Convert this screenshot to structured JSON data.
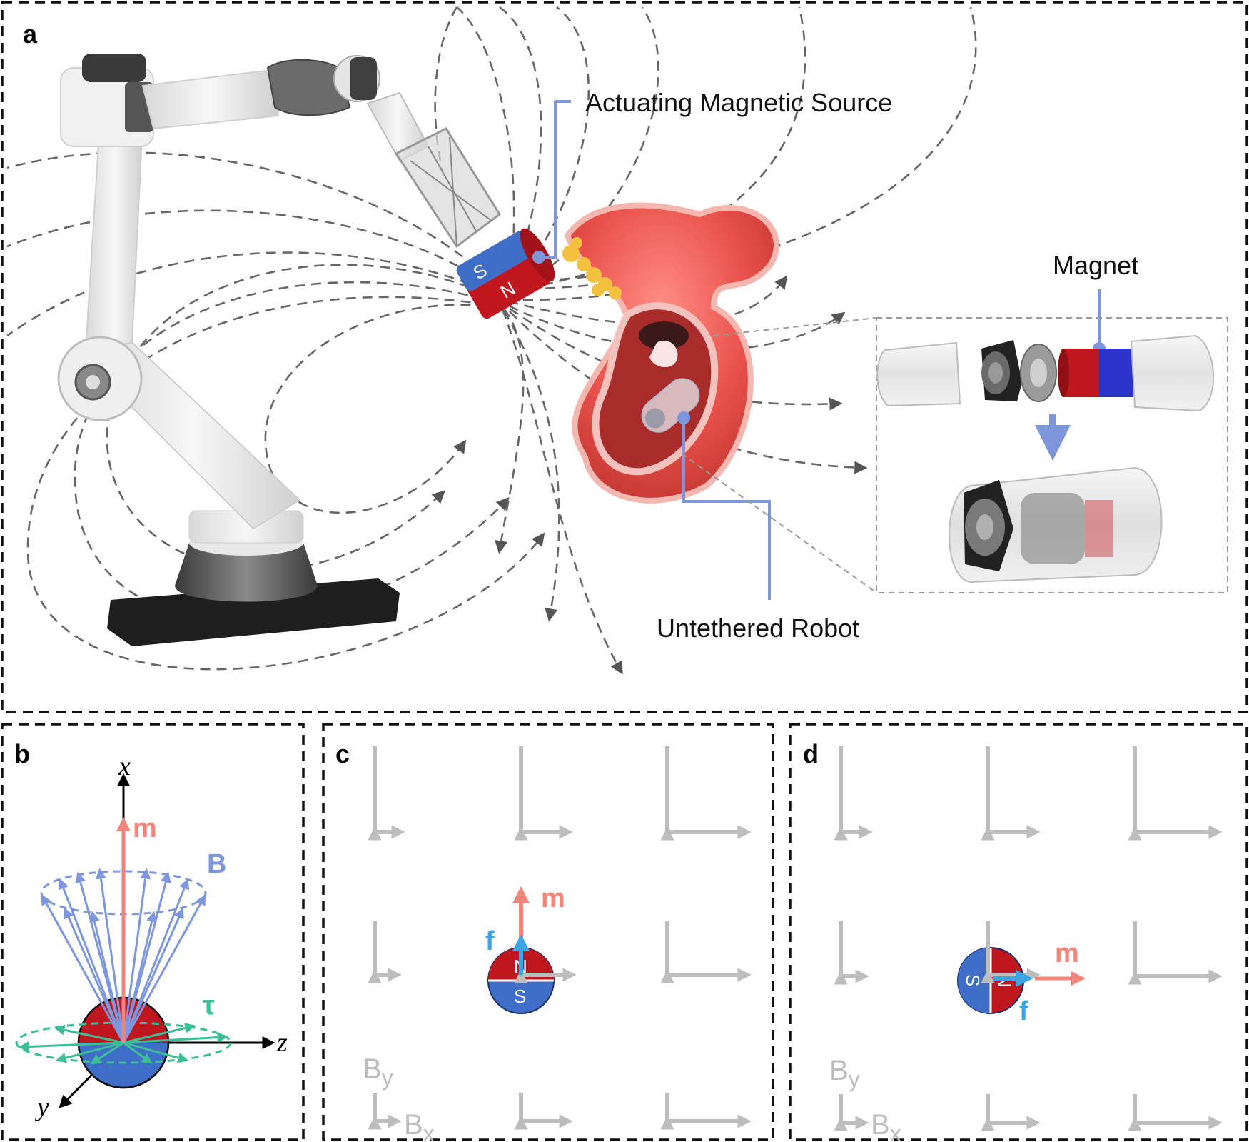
{
  "panels": {
    "a": "a",
    "b": "b",
    "c": "c",
    "d": "d"
  },
  "callouts": {
    "source": "Actuating Magnetic Source",
    "magnet": "Magnet",
    "robot": "Untethered Robot"
  },
  "magnet_labels": {
    "south": "S",
    "north": "N"
  },
  "vectors": {
    "m": "m",
    "B": "B",
    "tau": "τ",
    "f": "f"
  },
  "axes": {
    "x": "x",
    "y": "y",
    "z": "z"
  },
  "field_labels": {
    "By_main": "B",
    "By_sub": "y",
    "Bx_main": "B",
    "Bx_sub": "x"
  },
  "colors": {
    "south_blue": "#3f6ec6",
    "north_red": "#c0161e",
    "m_salmon": "#f2857b",
    "B_blue": "#7e97dc",
    "tau_green": "#3cbf96",
    "f_cyan": "#3aa6e6",
    "callout_line": "#7e97dc",
    "field_gray": "#bdbdbd",
    "stomach": "#e8504a"
  }
}
